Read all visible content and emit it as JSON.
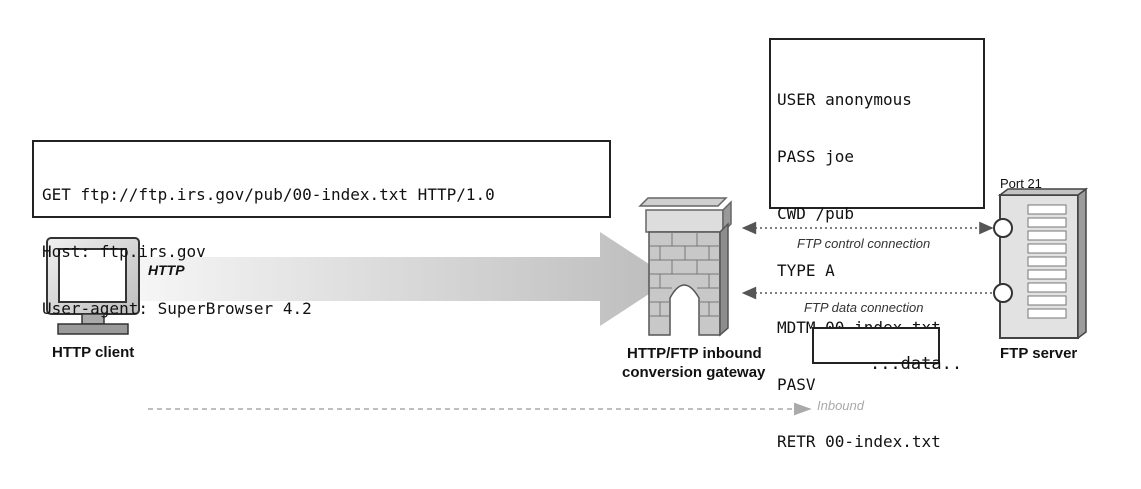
{
  "request": {
    "lines": [
      "GET ftp://ftp.irs.gov/pub/00-index.txt HTTP/1.0",
      "Host: ftp.irs.gov",
      "User-agent: SuperBrowser 4.2"
    ]
  },
  "ftp_commands": {
    "lines": [
      "USER anonymous",
      "PASS joe",
      "CWD /pub",
      "TYPE A",
      "MDTM 00-index.txt",
      "PASV",
      "RETR 00-index.txt"
    ]
  },
  "labels": {
    "http_client": "HTTP client",
    "http": "HTTP",
    "gateway_line1": "HTTP/FTP inbound",
    "gateway_line2": "conversion gateway",
    "ftp_server": "FTP server",
    "port": "Port 21",
    "control_connection": "FTP control connection",
    "data_connection": "FTP data connection",
    "data": "...data..",
    "inbound": "Inbound"
  },
  "colors": {
    "outline": "#222222",
    "dotted": "#555555",
    "arrow_light": "#e6e6e6",
    "arrow_dark": "#bdbdbd",
    "inbound": "#aaaaaa"
  }
}
